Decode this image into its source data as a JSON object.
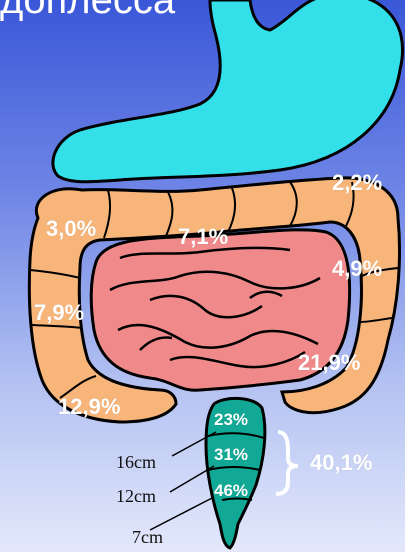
{
  "title_fragment": "доплесса",
  "colon_segments": {
    "cecum": "12,9%",
    "ascending": "7,9%",
    "hepatic_flexure": "3,0%",
    "transverse": "7,1%",
    "splenic_flexure": "2,2%",
    "descending": "4,9%",
    "sigmoid": "21,9%"
  },
  "rectum_segments": {
    "upper": "23%",
    "middle": "31%",
    "lower": "46%",
    "total": "40,1%"
  },
  "distances": [
    "16cm",
    "12cm",
    "7cm"
  ],
  "colors": {
    "stomach": "#33e0ea",
    "colon": "#f7b57a",
    "small_intestine": "#f08a8a",
    "rectum": "#12a896",
    "outline": "#000000",
    "label": "#ffffff"
  }
}
